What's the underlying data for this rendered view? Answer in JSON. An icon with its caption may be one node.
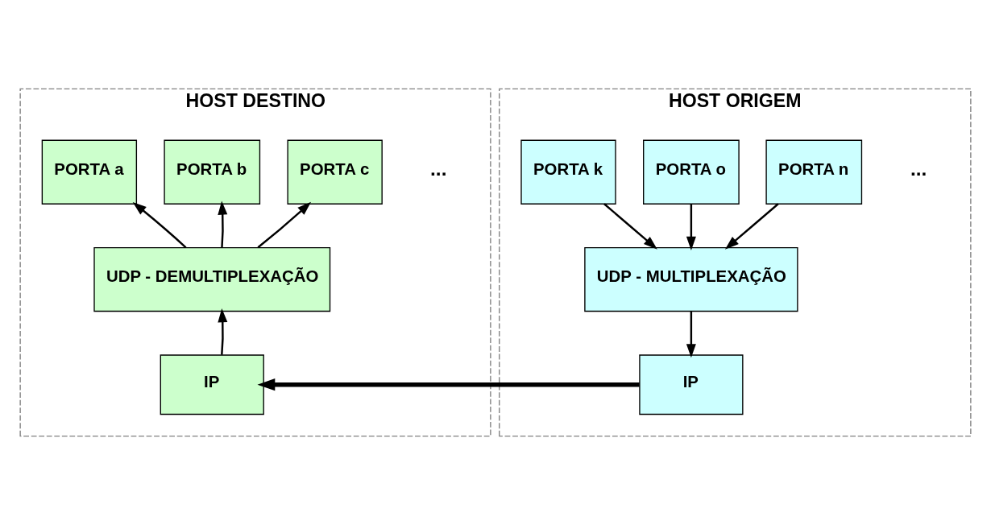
{
  "diagram": {
    "nodes": [
      {
        "text": [
          "HOST DESTINO"
        ]
      },
      {
        "text": [
          "PORTA a"
        ],
        "in": 0
      },
      {
        "text": [
          "PORTA b"
        ],
        "in": 0
      },
      {
        "text": [
          "PORTA c"
        ],
        "in": 0
      },
      {
        "text": [
          "UDP - DEMULTIPLEXAÇÃO"
        ],
        "in": 0
      },
      {
        "text": [
          "IP"
        ],
        "in": 0
      },
      {
        "text": [
          "HOST ORIGEM"
        ]
      },
      {
        "text": [
          "PORTA k"
        ],
        "in": 6
      },
      {
        "text": [
          "PORTA o"
        ],
        "in": 6
      },
      {
        "text": [
          "PORTA n"
        ],
        "in": 6
      },
      {
        "text": [
          "UDP - MULTIPLEXAÇÃO"
        ],
        "in": 6
      },
      {
        "text": [
          "IP"
        ],
        "in": 6
      }
    ],
    "edges": [
      {
        "from": 4,
        "to": 1,
        "arrow": "to"
      },
      {
        "from": 4,
        "to": 2,
        "arrow": "to"
      },
      {
        "from": 4,
        "to": 3,
        "arrow": "to"
      },
      {
        "from": 5,
        "to": 4,
        "arrow": "to"
      },
      {
        "from": 7,
        "to": 10,
        "arrow": "to"
      },
      {
        "from": 8,
        "to": 10,
        "arrow": "to"
      },
      {
        "from": 9,
        "to": 10,
        "arrow": "to"
      },
      {
        "from": 10,
        "to": 11,
        "arrow": "to"
      },
      {
        "from": 11,
        "to": 5,
        "arrow": "to",
        "style": "thick"
      }
    ],
    "labels": [
      "...",
      "..."
    ]
  }
}
